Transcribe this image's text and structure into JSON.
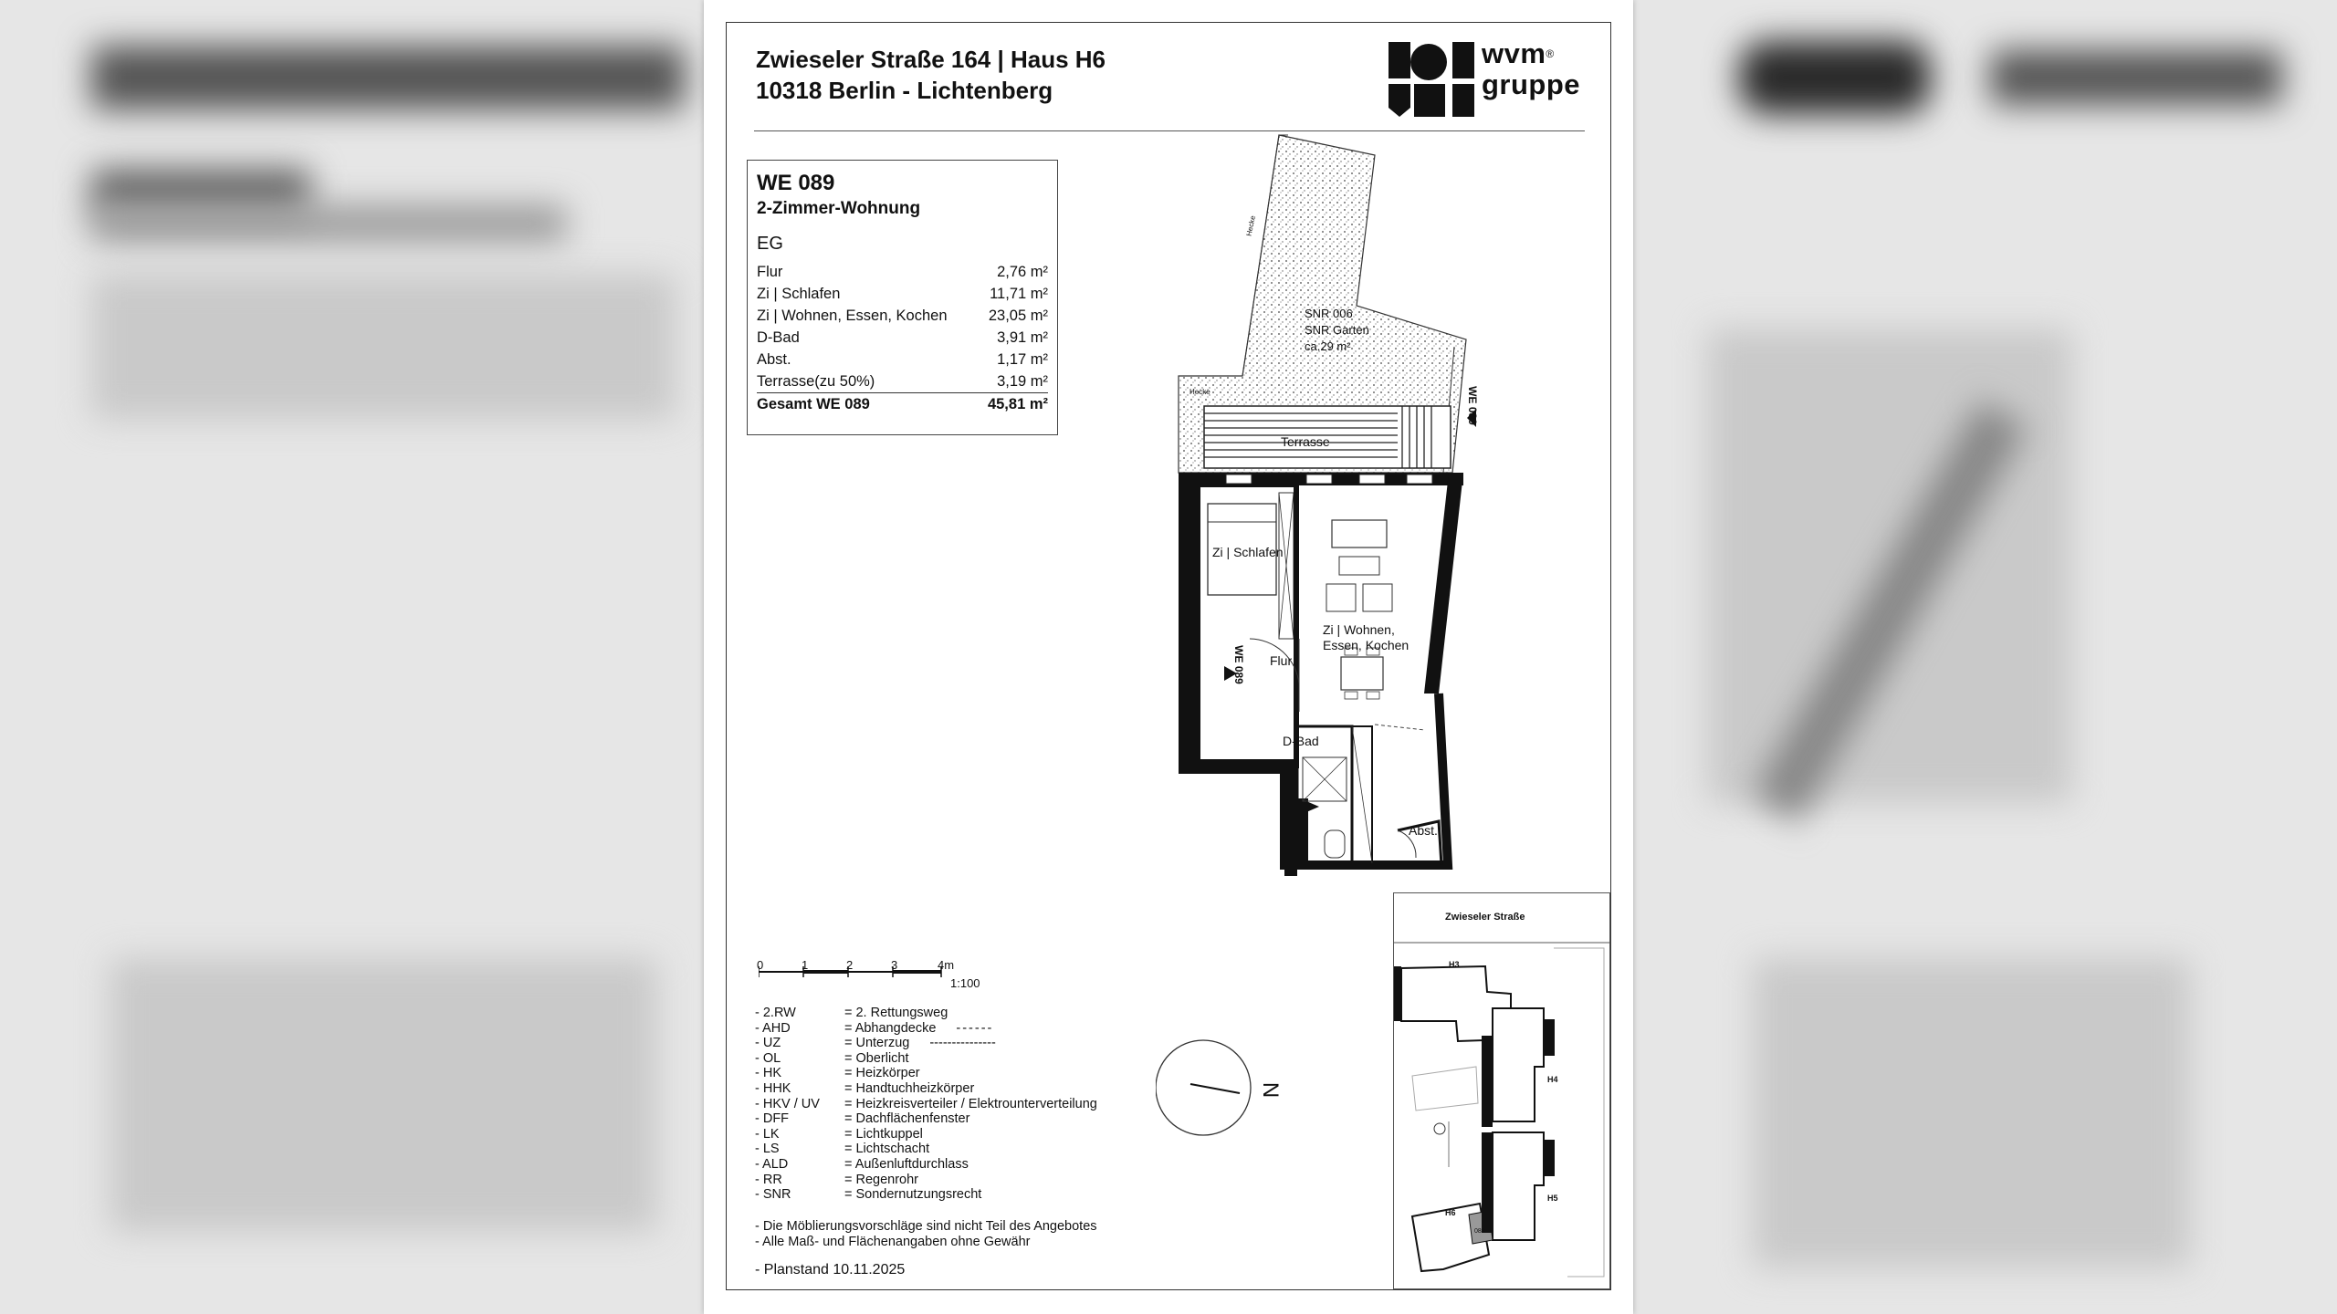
{
  "header": {
    "address_line1": "Zwieseler Straße 164   | Haus H6",
    "address_line2": "10318 Berlin - Lichtenberg"
  },
  "logo": {
    "line1": "wvm",
    "registered": "®",
    "line2": "gruppe",
    "icon": "wvm-logo-mark"
  },
  "unit": {
    "id": "WE 089",
    "type": "2-Zimmer-Wohnung",
    "floor": "EG",
    "rooms": [
      {
        "name": "Flur",
        "area": "2,76 m²"
      },
      {
        "name": "Zi | Schlafen",
        "area": "11,71 m²"
      },
      {
        "name": "Zi | Wohnen, Essen, Kochen",
        "area": "23,05 m²"
      },
      {
        "name": "D-Bad",
        "area": "3,91 m²"
      },
      {
        "name": "Abst.",
        "area": "1,17 m²"
      },
      {
        "name": "Terrasse(zu 50%)",
        "area": "3,19 m²"
      }
    ],
    "total_label": "Gesamt WE 089",
    "total_area": "45,81 m²"
  },
  "plan_labels": {
    "garden_1": "SNR 006",
    "garden_2": "SNR Garten",
    "garden_3": "ca.29 m²",
    "terrace": "Terrasse",
    "bedroom": "Zi | Schlafen",
    "living_1": "Zi | Wohnen,",
    "living_2": "Essen, Kochen",
    "hall": "Flur",
    "bath": "D-Bad",
    "storage": "Abst.",
    "entry_marker_1": "WE 089",
    "entry_marker_2": "WE 089",
    "hedge_1": "Hecke",
    "hedge_2": "Hecke"
  },
  "scale": {
    "ticks": [
      "0",
      "1",
      "2",
      "3",
      "4m"
    ],
    "ratio": "1:100"
  },
  "legend": [
    {
      "abbr": "- 2.RW",
      "meaning": "= 2. Rettungsweg"
    },
    {
      "abbr": "- AHD",
      "meaning": "= Abhangdecke"
    },
    {
      "abbr": "- UZ",
      "meaning": "= Unterzug"
    },
    {
      "abbr": "- OL",
      "meaning": "= Oberlicht"
    },
    {
      "abbr": "- HK",
      "meaning": "= Heizkörper"
    },
    {
      "abbr": "- HHK",
      "meaning": "= Handtuchheizkörper"
    },
    {
      "abbr": "- HKV / UV",
      "meaning": "= Heizkreisverteiler / Elektrounterverteilung"
    },
    {
      "abbr": "- DFF",
      "meaning": "= Dachflächenfenster"
    },
    {
      "abbr": "- LK",
      "meaning": "= Lichtkuppel"
    },
    {
      "abbr": "- LS",
      "meaning": "= Lichtschacht"
    },
    {
      "abbr": "- ALD",
      "meaning": "= Außenluftdurchlass"
    },
    {
      "abbr": "- RR",
      "meaning": "= Regenrohr"
    },
    {
      "abbr": "- SNR",
      "meaning": "= Sondernutzungsrecht"
    }
  ],
  "notes": [
    "- Die Möblierungsvorschläge sind nicht Teil des Angebotes",
    "- Alle Maß- und Flächenangaben ohne Gewähr"
  ],
  "planstand": "- Planstand 10.11.2025",
  "compass": {
    "north": "N"
  },
  "siteplan": {
    "street": "Zwieseler Straße",
    "houses": [
      "H3",
      "H4",
      "H5",
      "H6"
    ],
    "unit_marker": "089"
  }
}
